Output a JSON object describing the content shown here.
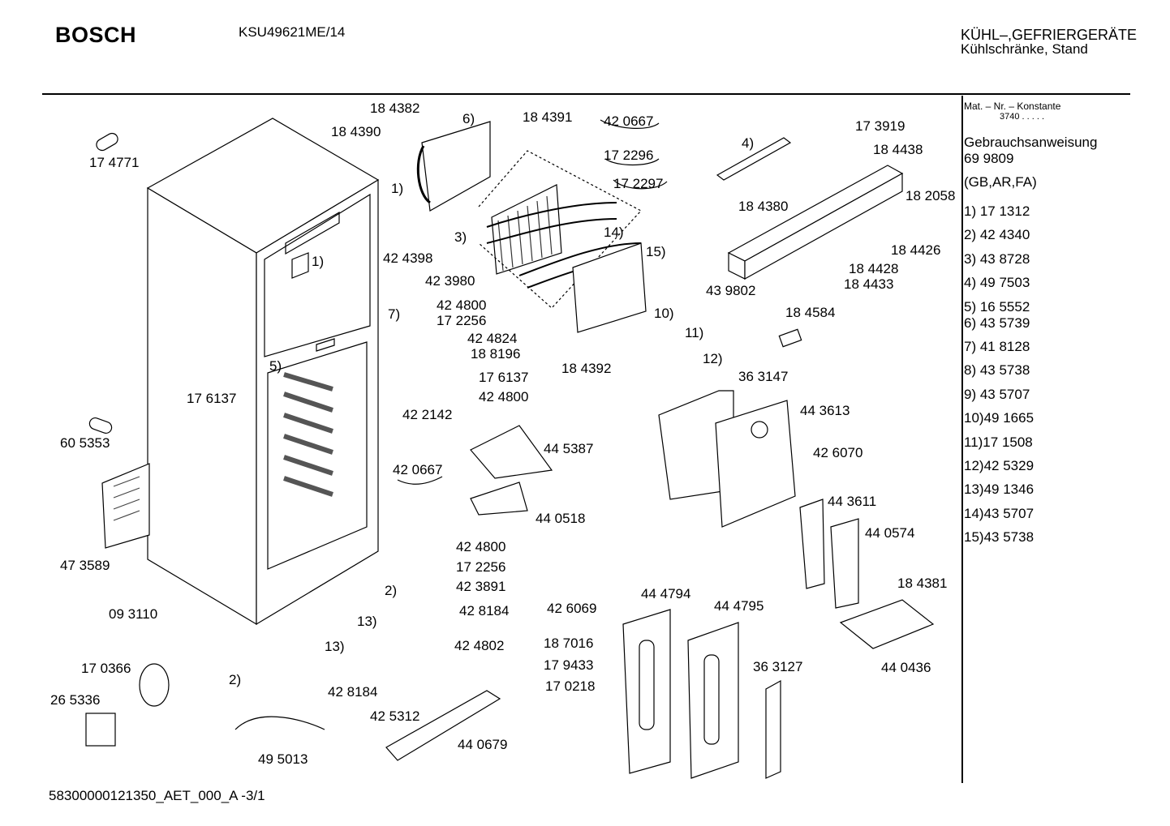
{
  "header": {
    "brand": "BOSCH",
    "model": "KSU49621ME/14",
    "category_line1": "KÜHL–,GEFRIERGERÄTE",
    "category_line2": "Kühlschränke, Stand"
  },
  "footer": {
    "doc_id": "58300000121350_AET_000_A   -3/1"
  },
  "sidebar": {
    "mat_title": "Mat. – Nr. – Konstante",
    "mat_value": "3740  .  .  .  .  .",
    "manual_label": "Gebrauchsanweisung",
    "manual_number": "69 9809",
    "languages": "(GB,AR,FA)",
    "refs": [
      "1) 17 1312",
      "2) 42 4340",
      "3) 43 8728",
      "4) 49 7503",
      "5) 16 5552",
      "6) 43 5739",
      "7) 41 8128",
      "8) 43 5738",
      "9) 43 5707",
      "10)49 1665",
      "11)17 1508",
      "12)42 5329",
      "13)49 1346",
      "14)43 5707",
      "15)43 5738"
    ]
  },
  "callouts": [
    "18 4382",
    "18 4390",
    "6)",
    "18 4391",
    "42 0667",
    "17 2296",
    "17 2297",
    "17 4771",
    "1)",
    "42 4398",
    "42 3980",
    "3)",
    "14)",
    "15)",
    "1)",
    "4)",
    "17 3919",
    "18 4438",
    "18 4380",
    "18 2058",
    "18 4426",
    "18 4428",
    "18 4433",
    "43 9802",
    "18 4584",
    "42 4800",
    "17 2256",
    "7)",
    "42 4824",
    "18 8196",
    "5)",
    "17 6137",
    "17 6137",
    "42 4800",
    "42 2142",
    "10)",
    "11)",
    "12)",
    "18 4392",
    "36 3147",
    "44 3613",
    "42 6070",
    "60 5353",
    "44 5387",
    "42 0667",
    "44 0518",
    "44 3611",
    "44 0574",
    "47 3589",
    "09 3110",
    "18 4381",
    "44 0436",
    "42 4800",
    "17 2256",
    "42 3891",
    "42 8184",
    "2)",
    "13)",
    "13)",
    "42 4802",
    "42 6069",
    "44 4794",
    "44 4795",
    "18 7016",
    "17 9433",
    "17 0218",
    "36 3127",
    "17 0366",
    "26 5336",
    "2)",
    "42 8184",
    "42 5312",
    "44 0679",
    "49 5013"
  ]
}
